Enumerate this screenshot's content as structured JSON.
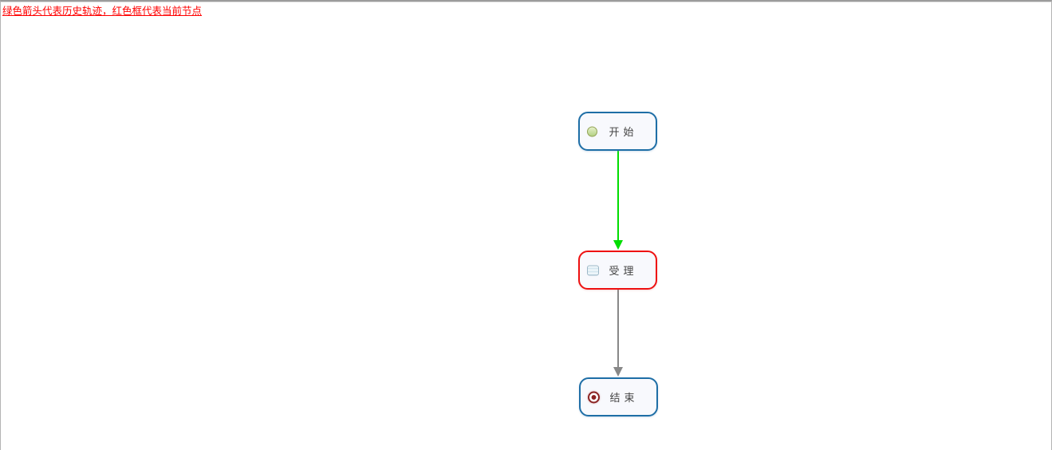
{
  "legend": {
    "text": "绿色箭头代表历史轨迹，红色框代表当前节点",
    "text_color": "#ff0000"
  },
  "colors": {
    "history_arrow": "#00dd00",
    "pending_arrow": "#888888",
    "node_border": "#1e6ea6",
    "current_node_border": "#ee1111",
    "node_fill": "#f8f9fd",
    "node_label": "#444444"
  },
  "flowchart": {
    "nodes": [
      {
        "label": "开始",
        "type": "start-event",
        "state": "visited"
      },
      {
        "label": "受理",
        "type": "task",
        "state": "current"
      },
      {
        "label": "结束",
        "type": "end-event",
        "state": "pending"
      }
    ],
    "edges": [
      {
        "from": "开始",
        "to": "受理",
        "kind": "history",
        "color": "#00dd00"
      },
      {
        "from": "受理",
        "to": "结束",
        "kind": "pending",
        "color": "#888888"
      }
    ]
  }
}
